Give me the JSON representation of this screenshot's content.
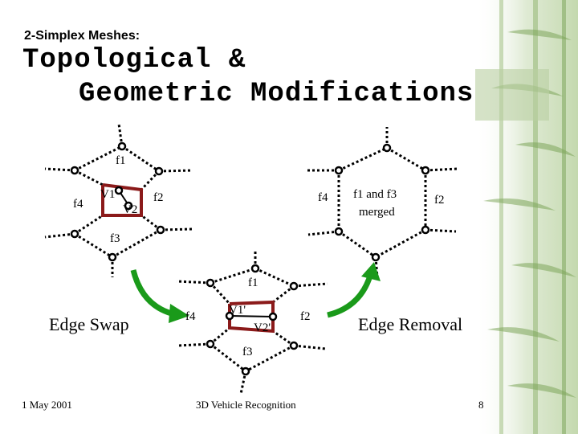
{
  "slide": {
    "subtitle": "2-Simplex Meshes:",
    "title_line1": "Topological &",
    "title_line2": "Geometric Modifications"
  },
  "top_left_mesh": {
    "f1": "f1",
    "f2": "f2",
    "f3": "f3",
    "f4": "f4",
    "v1": "V1",
    "v2": "V2"
  },
  "top_right_mesh": {
    "f4": "f4",
    "merged_line1": "f1 and f3",
    "merged_line2": "merged",
    "f2": "f2"
  },
  "bottom_mesh": {
    "f1": "f1",
    "f2": "f2",
    "f3": "f3",
    "f4": "f4",
    "v1": "V1'",
    "v2": "V2'"
  },
  "operations": {
    "edge_swap": "Edge Swap",
    "edge_removal": "Edge Removal"
  },
  "footer": {
    "date": "1 May 2001",
    "center": "3D Vehicle Recognition",
    "page": "8"
  },
  "colors": {
    "highlight_edge": "#8b1a1a",
    "arrow": "#1a9a1a",
    "vertex_fill": "#ffffff",
    "background_deco": "#6f9a4a"
  }
}
